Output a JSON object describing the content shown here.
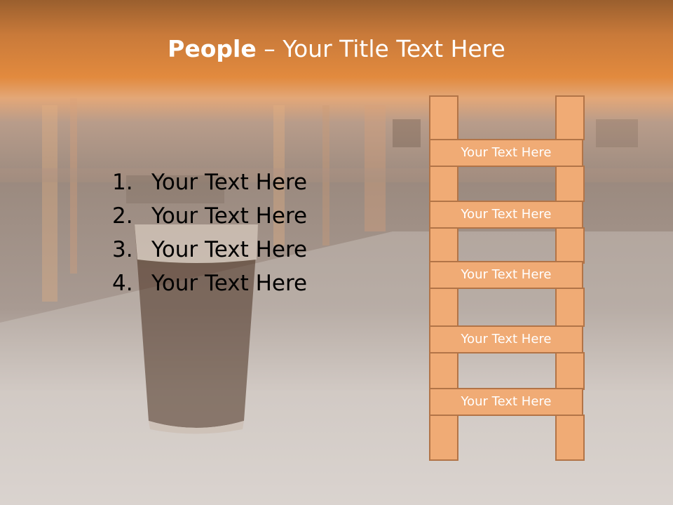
{
  "slide": {
    "title_bold": "People",
    "title_dash": " – ",
    "title_rest": "Your Title Text Here"
  },
  "list": {
    "items": [
      {
        "num": "1.",
        "text": "Your Text Here"
      },
      {
        "num": "2.",
        "text": "Your Text Here"
      },
      {
        "num": "3.",
        "text": "Your Text Here"
      },
      {
        "num": "4.",
        "text": "Your Text Here"
      }
    ]
  },
  "ladder": {
    "rungs": [
      "Your Text Here",
      "Your Text Here",
      "Your Text Here",
      "Your Text Here",
      "Your Text Here"
    ]
  },
  "colors": {
    "header_orange": "#e28a3e",
    "ladder_fill": "#f0ab75",
    "ladder_border": "#b27447"
  }
}
